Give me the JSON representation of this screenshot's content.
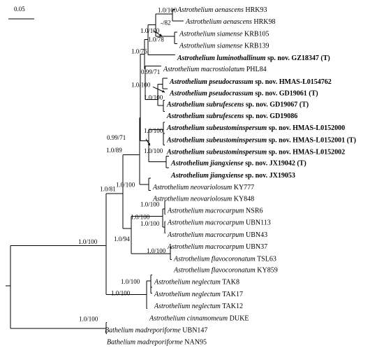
{
  "scale_bar": {
    "label": "0.05"
  },
  "taxa": [
    {
      "id": "t1",
      "genus": "Astrothelium",
      "epithet": "aenascens",
      "suffix": "",
      "voucher": "HRK93",
      "bold": false
    },
    {
      "id": "t2",
      "genus": "Astrothelium",
      "epithet": "aenascens",
      "suffix": "",
      "voucher": "HRK98",
      "bold": false
    },
    {
      "id": "t3",
      "genus": "Astrothelium",
      "epithet": "siamense",
      "suffix": "",
      "voucher": "KRB105",
      "bold": false
    },
    {
      "id": "t4",
      "genus": "Astrothelium",
      "epithet": "siamense",
      "suffix": "",
      "voucher": "KRB139",
      "bold": false
    },
    {
      "id": "t5",
      "genus": "Astrothelium",
      "epithet": "luminothallinum",
      "suffix": "sp. nov.",
      "voucher": "GZ18347 (T)",
      "bold": true
    },
    {
      "id": "t6",
      "genus": "Astrothelium",
      "epithet": "macrostiolatum",
      "suffix": "",
      "voucher": "PHL84",
      "bold": false
    },
    {
      "id": "t7",
      "genus": "Astrothelium",
      "epithet": "pseudocrassum",
      "suffix": "sp. nov.",
      "voucher": "HMAS-L0154762",
      "bold": true
    },
    {
      "id": "t8",
      "genus": "Astrothelium",
      "epithet": "pseudocrassum",
      "suffix": "sp. nov.",
      "voucher": "GD19061 (T)",
      "bold": true
    },
    {
      "id": "t9",
      "genus": "Astrothelium",
      "epithet": "subrufescens",
      "suffix": "sp. nov.",
      "voucher": "GD19067 (T)",
      "bold": true
    },
    {
      "id": "t10",
      "genus": "Astrothelium",
      "epithet": "subrufescens",
      "suffix": "sp. nov.",
      "voucher": "GD19086",
      "bold": true
    },
    {
      "id": "t11",
      "genus": "Astrothelium",
      "epithet": "subeustominspersum",
      "suffix": "sp. nov.",
      "voucher": "HMAS-L0152000",
      "bold": true
    },
    {
      "id": "t12",
      "genus": "Astrothelium",
      "epithet": "subeustominspersum",
      "suffix": "sp. nov.",
      "voucher": "HMAS-L0152001 (T)",
      "bold": true
    },
    {
      "id": "t13",
      "genus": "Astrothelium",
      "epithet": "subeustominspersum",
      "suffix": "sp. nov.",
      "voucher": "HMAS-L0152002",
      "bold": true
    },
    {
      "id": "t14",
      "genus": "Astrothelium",
      "epithet": "jiangxiense",
      "suffix": "sp. nov.",
      "voucher": "JX19042 (T)",
      "bold": true
    },
    {
      "id": "t15",
      "genus": "Astrothelium",
      "epithet": "jiangxiense",
      "suffix": "sp. nov.",
      "voucher": "JX19053",
      "bold": true
    },
    {
      "id": "t16",
      "genus": "Astrothelium",
      "epithet": "neovariolosum",
      "suffix": "",
      "voucher": "KY777",
      "bold": false
    },
    {
      "id": "t17",
      "genus": "Astrothelium",
      "epithet": "neovariolosum",
      "suffix": "",
      "voucher": "KY848",
      "bold": false
    },
    {
      "id": "t18",
      "genus": "Astrothelium",
      "epithet": "macrocarpum",
      "suffix": "",
      "voucher": "NSR6",
      "bold": false
    },
    {
      "id": "t19",
      "genus": "Astrothelium",
      "epithet": "macrocarpum",
      "suffix": "",
      "voucher": "UBN113",
      "bold": false
    },
    {
      "id": "t20",
      "genus": "Astrothelium",
      "epithet": "macrocarpum",
      "suffix": "",
      "voucher": "UBN43",
      "bold": false
    },
    {
      "id": "t21",
      "genus": "Astrothelium",
      "epithet": "macrocarpum",
      "suffix": "",
      "voucher": "UBN37",
      "bold": false
    },
    {
      "id": "t22",
      "genus": "Astrothelium",
      "epithet": "flavocoronatum",
      "suffix": "",
      "voucher": "TSL63",
      "bold": false
    },
    {
      "id": "t23",
      "genus": "Astrothelium",
      "epithet": "flavocoronatum",
      "suffix": "",
      "voucher": "KY859",
      "bold": false
    },
    {
      "id": "t24",
      "genus": "Astrothelium",
      "epithet": "neglectum",
      "suffix": "",
      "voucher": "TAK8",
      "bold": false
    },
    {
      "id": "t25",
      "genus": "Astrothelium",
      "epithet": "neglectum",
      "suffix": "",
      "voucher": "TAK17",
      "bold": false
    },
    {
      "id": "t26",
      "genus": "Astrothelium",
      "epithet": "neglectum",
      "suffix": "",
      "voucher": "TAK12",
      "bold": false
    },
    {
      "id": "t27",
      "genus": "Astrothelium",
      "epithet": "cinnamomeum",
      "suffix": "",
      "voucher": "DUKE",
      "bold": false
    },
    {
      "id": "t28",
      "genus": "Bathelium",
      "epithet": "madreporiforme",
      "suffix": "",
      "voucher": "UBN147",
      "bold": false
    },
    {
      "id": "t29",
      "genus": "Bathelium",
      "epithet": "madreporiforme",
      "suffix": "",
      "voucher": "NAN95",
      "bold": false
    }
  ],
  "support_values": [
    {
      "id": "s-aenascens",
      "value": "1.0/100"
    },
    {
      "id": "s-siamense",
      "value": "-/82"
    },
    {
      "id": "s-aen-siam",
      "value": "1.0/100"
    },
    {
      "id": "s-lumino-clade",
      "value": "1.0/78"
    },
    {
      "id": "s-macrost-clade",
      "value": "1.0/76"
    },
    {
      "id": "s-upper-group",
      "value": "0.99/71"
    },
    {
      "id": "s-pseudocrassum",
      "value": "1.0/100"
    },
    {
      "id": "s-subrufescens",
      "value": "1.0/100"
    },
    {
      "id": "s-subeustom",
      "value": "1.0/100"
    },
    {
      "id": "s-jiangxiense",
      "value": "1.0/100"
    },
    {
      "id": "s-lower-pair",
      "value": "0.99/71"
    },
    {
      "id": "s-main-crown",
      "value": "1.0/89"
    },
    {
      "id": "s-neovariolosum",
      "value": "1.0/100"
    },
    {
      "id": "s-with-neovar",
      "value": "1.0/81"
    },
    {
      "id": "s-macro-a",
      "value": "1.0/100"
    },
    {
      "id": "s-macro-b",
      "value": "1.0/100"
    },
    {
      "id": "s-macro-all",
      "value": "1.0/100"
    },
    {
      "id": "s-flavocoronatum",
      "value": "1.0/100"
    },
    {
      "id": "s-macro-flavo",
      "value": "1.0/94"
    },
    {
      "id": "s-neglectum",
      "value": "1.0/100"
    },
    {
      "id": "s-neg-cinn",
      "value": "1.0/100"
    },
    {
      "id": "s-astrothelium",
      "value": "1.0/100"
    },
    {
      "id": "s-bathelium",
      "value": "1.0/100"
    }
  ]
}
